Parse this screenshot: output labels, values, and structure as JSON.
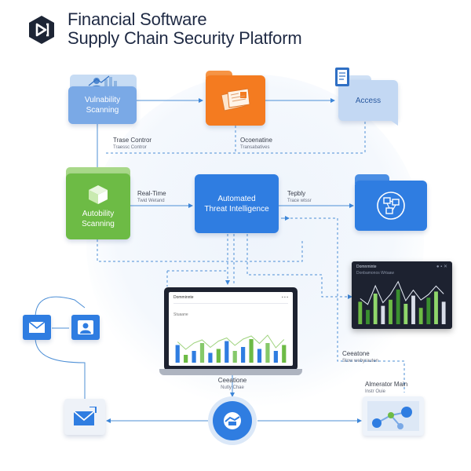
{
  "header": {
    "title_line1": "Financial Software",
    "title_line2": "Supply Chain Security Platform",
    "logo_icon": "play-logo-icon"
  },
  "colors": {
    "blue_light": "#7fb0ea",
    "blue_main": "#2f7de1",
    "orange": "#f47b20",
    "green": "#6dbb45",
    "dark_panel": "#1d2230",
    "dash": "#4d8fd6",
    "text_dark": "#1f2a44"
  },
  "nodes": {
    "vuln_top": {
      "label": "Vulnability\nScanning"
    },
    "orange_doc": {
      "label": ""
    },
    "access": {
      "label": "Access"
    },
    "green_scan": {
      "label": "Autobility\nScanning"
    },
    "automated": {
      "label": "Automated\nThreat Intelligence"
    },
    "folder_right": {
      "label": ""
    }
  },
  "edge_labels": {
    "trace_control": {
      "title": "Trase Contror",
      "sub": "Traessc Contror"
    },
    "opensource": {
      "title": "Ocoenatine",
      "sub": "Transabatives"
    },
    "realtime": {
      "title": "Real-Time",
      "sub": "Twid Wetand"
    },
    "tepbly": {
      "title": "Tepbly",
      "sub": "Trace wtssr"
    },
    "compliance_mid": {
      "title": "Ceeatione",
      "sub": "Nutly Chae"
    },
    "compliance_right": {
      "title": "Ceeatone",
      "sub": "Stow webyrauten"
    },
    "monitor": {
      "title": "Almerator Main",
      "sub": "Instr Ouie"
    }
  },
  "laptop": {
    "header": "Domminnte",
    "subheader": "Stuaane",
    "bars": [
      0.45,
      0.2,
      0.3,
      0.5,
      0.25,
      0.35,
      0.55,
      0.3,
      0.4,
      0.6,
      0.35,
      0.5,
      0.3,
      0.45
    ]
  },
  "dark_panel": {
    "header": "Domnminte",
    "subheader": "Donbamonos Wrtaaw",
    "bars": [
      0.55,
      0.35,
      0.75,
      0.45,
      0.6,
      0.85,
      0.5,
      0.7,
      0.4,
      0.65,
      0.8,
      0.55
    ]
  }
}
